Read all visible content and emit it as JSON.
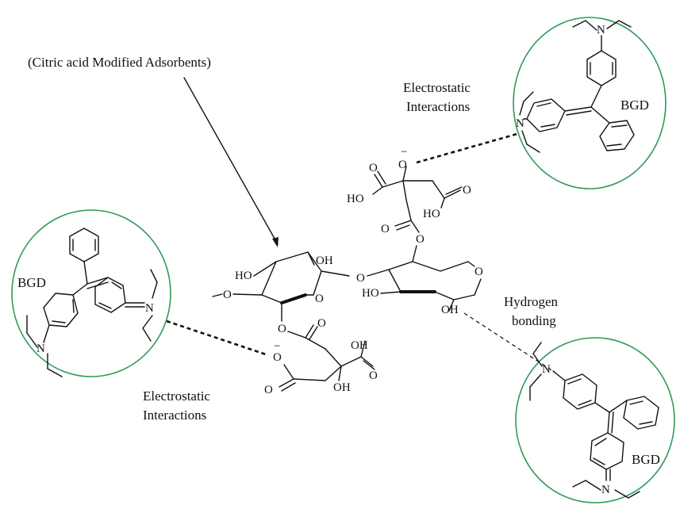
{
  "labels": {
    "adsorbent": "(Citric acid Modified Adsorbents)",
    "electrostatic_top_1": "Electrostatic",
    "electrostatic_top_2": "Interactions",
    "electrostatic_bottom_1": "Electrostatic",
    "electrostatic_bottom_2": "Interactions",
    "hydrogen_1": "Hydrogen",
    "hydrogen_2": "bonding",
    "dye_top_right": "BGD",
    "dye_left": "BGD",
    "dye_bottom_right": "BGD"
  },
  "atoms": {
    "oh": "OH",
    "ho": "HO",
    "o": "O",
    "ho_o": "HO",
    "n": "N",
    "o_minus": "−",
    "methoxy": "O"
  },
  "colors": {
    "ring": "#2e9a58",
    "ink": "#111111"
  }
}
